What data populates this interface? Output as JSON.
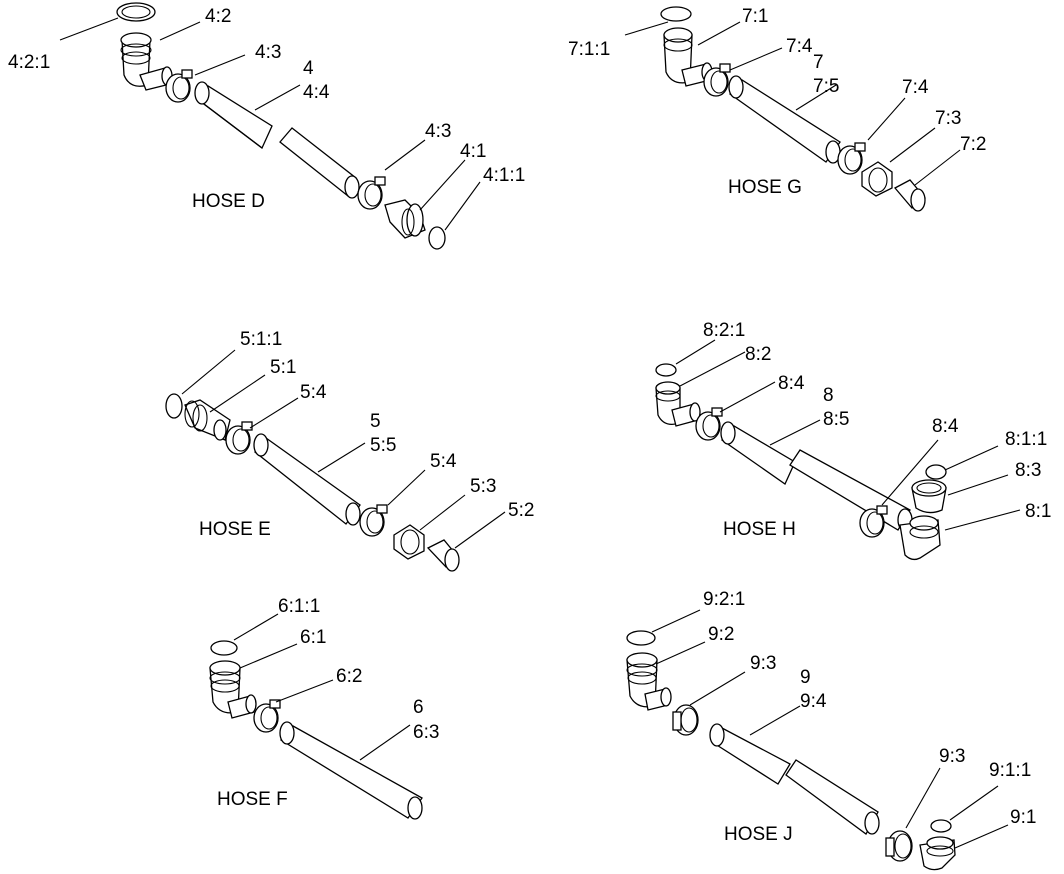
{
  "hoses": {
    "d": {
      "title": "HOSE D",
      "labels": {
        "a": "4:2:1",
        "b": "4:2",
        "c": "4:3",
        "d": "4",
        "e": "4:4",
        "f": "4:3",
        "g": "4:1",
        "h": "4:1:1"
      }
    },
    "g": {
      "title": "HOSE G",
      "labels": {
        "a": "7:1:1",
        "b": "7:1",
        "c": "7:4",
        "d": "7",
        "e": "7:5",
        "f": "7:4",
        "g": "7:3",
        "h": "7:2"
      }
    },
    "e": {
      "title": "HOSE E",
      "labels": {
        "a": "5:1:1",
        "b": "5:1",
        "c": "5:4",
        "d": "5",
        "e": "5:5",
        "f": "5:4",
        "g": "5:3",
        "h": "5:2"
      }
    },
    "h": {
      "title": "HOSE H",
      "labels": {
        "a": "8:2:1",
        "b": "8:2",
        "c": "8:4",
        "d": "8",
        "e": "8:5",
        "f": "8:4",
        "g": "8:1:1",
        "h": "8:3",
        "i": "8:1"
      }
    },
    "f": {
      "title": "HOSE F",
      "labels": {
        "a": "6:1:1",
        "b": "6:1",
        "c": "6:2",
        "d": "6",
        "e": "6:3"
      }
    },
    "j": {
      "title": "HOSE J",
      "labels": {
        "a": "9:2:1",
        "b": "9:2",
        "c": "9:3",
        "d": "9",
        "e": "9:4",
        "f": "9:3",
        "g": "9:1:1",
        "h": "9:1"
      }
    }
  }
}
